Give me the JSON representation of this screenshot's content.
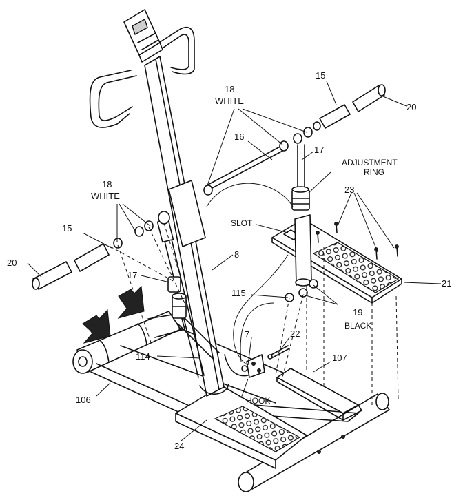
{
  "labels": {
    "l15_top": "15",
    "l20_top": "20",
    "l18_top_num": "18",
    "l18_top_word": "WHITE",
    "l16": "16",
    "l17_top": "17",
    "adj_line1": "ADJUSTMENT",
    "adj_line2": "RING",
    "l23": "23",
    "l18_left_num": "18",
    "l18_left_word": "WHITE",
    "slot": "SLOT",
    "l15_left": "15",
    "l20_left": "20",
    "l8": "8",
    "l21": "21",
    "l17_left": "17",
    "l115": "115",
    "l19_num": "19",
    "l19_word": "BLACK",
    "l7": "7",
    "l22": "22",
    "l114": "114",
    "l107": "107",
    "l106": "106",
    "hook": "HOOK",
    "l24": "24"
  },
  "icons": [
    "arrow-down-icon",
    "arrow-down-icon"
  ],
  "colors": {
    "ink": "#111111",
    "background": "#ffffff"
  }
}
